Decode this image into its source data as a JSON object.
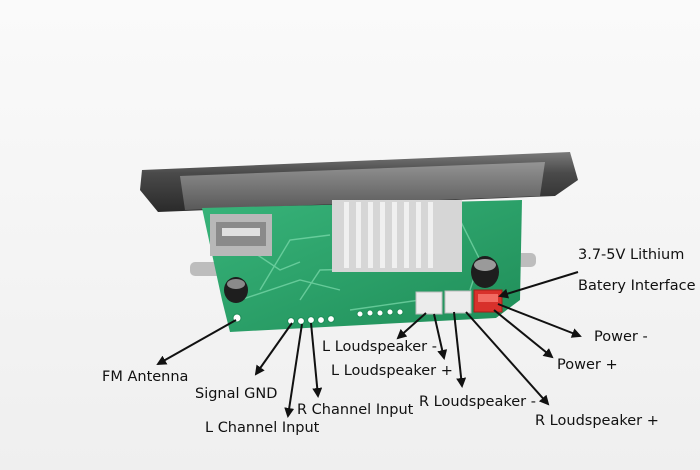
{
  "labels": {
    "battery_line1": "3.7-5V Lithium",
    "battery_line2": "Batery Interface",
    "power_minus": "Power -",
    "power_plus": "Power +",
    "fm_antenna": "FM Antenna",
    "signal_gnd": "Signal GND",
    "l_channel_input": "L Channel Input",
    "r_channel_input": "R Channel Input",
    "l_speaker_minus": "L Loudspeaker -",
    "l_speaker_plus": "L Loudspeaker +",
    "r_speaker_minus": "R Loudspeaker  -",
    "r_speaker_plus": "R Loudspeaker +"
  },
  "colors": {
    "pcb_green": "#2fa36b",
    "faceplate": "#4a4a4a",
    "terminal_red": "#d8312b",
    "terminal_white": "#e8e8e8"
  }
}
